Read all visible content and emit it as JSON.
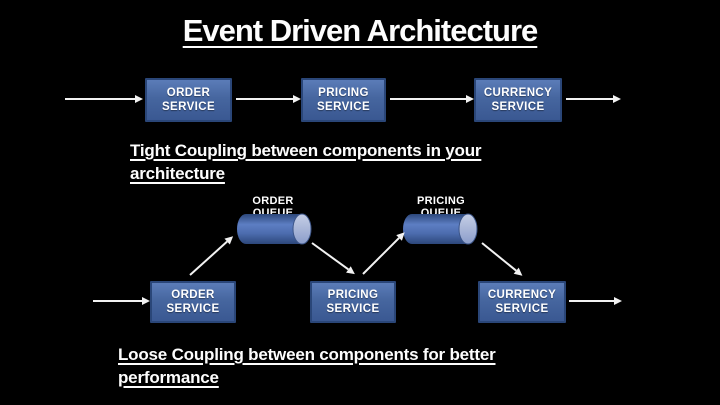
{
  "slide": {
    "title": "Event Driven Architecture"
  },
  "tight_section": {
    "caption": "Tight Coupling between components in your architecture",
    "services": [
      {
        "line1": "ORDER",
        "line2": "SERVICE"
      },
      {
        "line1": "PRICING",
        "line2": "SERVICE"
      },
      {
        "line1": "CURRENCY",
        "line2": "SERVICE"
      }
    ]
  },
  "loose_section": {
    "caption": "Loose Coupling between components for better performance",
    "queues": [
      {
        "label": "ORDER QUEUE"
      },
      {
        "label": "PRICING QUEUE"
      }
    ],
    "services": [
      {
        "line1": "ORDER",
        "line2": "SERVICE"
      },
      {
        "line1": "PRICING",
        "line2": "SERVICE"
      },
      {
        "line1": "CURRENCY",
        "line2": "SERVICE"
      }
    ]
  },
  "colors": {
    "background": "#000000",
    "box_fill": "#46669f",
    "box_border": "#2a4678",
    "cylinder_body": "#4e6fb0",
    "cylinder_cap": "#aeb9da",
    "arrow": "#f2f2f2",
    "text": "#ffffff"
  }
}
